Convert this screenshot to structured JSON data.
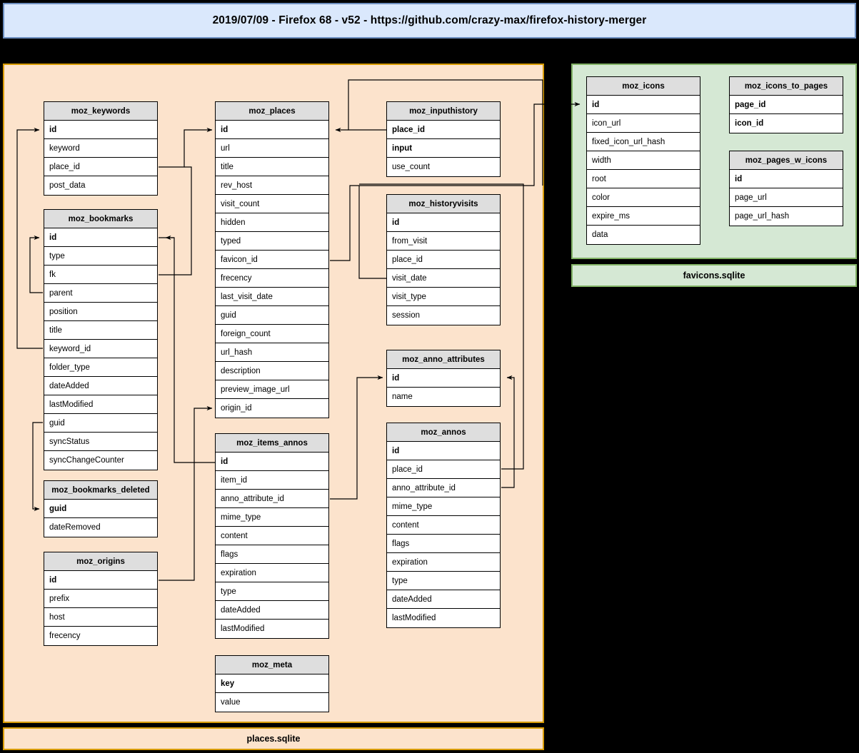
{
  "header": {
    "title": "2019/07/09 - Firefox 68 - v52 - https://github.com/crazy-max/firefox-history-merger",
    "bg_color": "#DAE8FC",
    "border_color": "#6C8EBF"
  },
  "groups": {
    "places": {
      "label": "places.sqlite",
      "bg_color": "#FCE3CC",
      "border_color": "#D79B00"
    },
    "favicons": {
      "label": "favicons.sqlite",
      "bg_color": "#D5E8D4",
      "border_color": "#82B366"
    }
  },
  "tables": {
    "moz_keywords": {
      "name": "moz_keywords",
      "columns": [
        "id",
        "keyword",
        "place_id",
        "post_data"
      ],
      "pk": [
        "id"
      ]
    },
    "moz_bookmarks": {
      "name": "moz_bookmarks",
      "columns": [
        "id",
        "type",
        "fk",
        "parent",
        "position",
        "title",
        "keyword_id",
        "folder_type",
        "dateAdded",
        "lastModified",
        "guid",
        "syncStatus",
        "syncChangeCounter"
      ],
      "pk": [
        "id"
      ]
    },
    "moz_bookmarks_deleted": {
      "name": "moz_bookmarks_deleted",
      "columns": [
        "guid",
        "dateRemoved"
      ],
      "pk": [
        "guid"
      ]
    },
    "moz_origins": {
      "name": "moz_origins",
      "columns": [
        "id",
        "prefix",
        "host",
        "frecency"
      ],
      "pk": [
        "id"
      ]
    },
    "moz_places": {
      "name": "moz_places",
      "columns": [
        "id",
        "url",
        "title",
        "rev_host",
        "visit_count",
        "hidden",
        "typed",
        "favicon_id",
        "frecency",
        "last_visit_date",
        "guid",
        "foreign_count",
        "url_hash",
        "description",
        "preview_image_url",
        "origin_id"
      ],
      "pk": [
        "id"
      ]
    },
    "moz_items_annos": {
      "name": "moz_items_annos",
      "columns": [
        "id",
        "item_id",
        "anno_attribute_id",
        "mime_type",
        "content",
        "flags",
        "expiration",
        "type",
        "dateAdded",
        "lastModified"
      ],
      "pk": [
        "id"
      ]
    },
    "moz_meta": {
      "name": "moz_meta",
      "columns": [
        "key",
        "value"
      ],
      "pk": [
        "key"
      ]
    },
    "moz_inputhistory": {
      "name": "moz_inputhistory",
      "columns": [
        "place_id",
        "input",
        "use_count"
      ],
      "pk": [
        "place_id",
        "input"
      ]
    },
    "moz_historyvisits": {
      "name": "moz_historyvisits",
      "columns": [
        "id",
        "from_visit",
        "place_id",
        "visit_date",
        "visit_type",
        "session"
      ],
      "pk": [
        "id"
      ]
    },
    "moz_anno_attributes": {
      "name": "moz_anno_attributes",
      "columns": [
        "id",
        "name"
      ],
      "pk": [
        "id"
      ]
    },
    "moz_annos": {
      "name": "moz_annos",
      "columns": [
        "id",
        "place_id",
        "anno_attribute_id",
        "mime_type",
        "content",
        "flags",
        "expiration",
        "type",
        "dateAdded",
        "lastModified"
      ],
      "pk": [
        "id"
      ]
    },
    "moz_icons": {
      "name": "moz_icons",
      "columns": [
        "id",
        "icon_url",
        "fixed_icon_url_hash",
        "width",
        "root",
        "color",
        "expire_ms",
        "data"
      ],
      "pk": [
        "id"
      ]
    },
    "moz_icons_to_pages": {
      "name": "moz_icons_to_pages",
      "columns": [
        "page_id",
        "icon_id"
      ],
      "pk": [
        "page_id",
        "icon_id"
      ]
    },
    "moz_pages_w_icons": {
      "name": "moz_pages_w_icons",
      "columns": [
        "id",
        "page_url",
        "page_url_hash"
      ],
      "pk": [
        "id"
      ]
    }
  },
  "relationships": [
    {
      "from": "moz_keywords.place_id",
      "to": "moz_places.id"
    },
    {
      "from": "moz_bookmarks.fk",
      "to": "moz_places.id"
    },
    {
      "from": "moz_bookmarks.parent",
      "to": "moz_bookmarks.id"
    },
    {
      "from": "moz_bookmarks.keyword_id",
      "to": "moz_keywords.id"
    },
    {
      "from": "moz_bookmarks.guid",
      "to": "moz_bookmarks_deleted.guid"
    },
    {
      "from": "moz_places.origin_id",
      "to": "moz_origins.id"
    },
    {
      "from": "moz_places.favicon_id",
      "to": "moz_icons.id"
    },
    {
      "from": "moz_inputhistory.place_id",
      "to": "moz_places.id"
    },
    {
      "from": "moz_historyvisits.place_id",
      "to": "moz_places.id"
    },
    {
      "from": "moz_items_annos.anno_attribute_id",
      "to": "moz_anno_attributes.id"
    },
    {
      "from": "moz_items_annos.item_id",
      "to": "moz_bookmarks.id"
    },
    {
      "from": "moz_annos.place_id",
      "to": "moz_places.id"
    },
    {
      "from": "moz_annos.anno_attribute_id",
      "to": "moz_anno_attributes.id"
    }
  ]
}
